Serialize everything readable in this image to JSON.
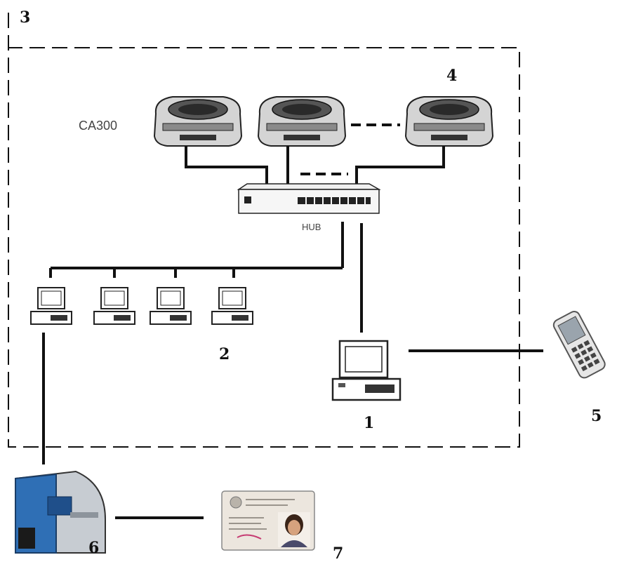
{
  "diagram": {
    "labels": {
      "boundary_number": "3",
      "terminal_group_number": "4",
      "terminal_model": "CA300",
      "hub": "HUB",
      "workstations_number": "2",
      "server_number": "1",
      "handheld_number": "5",
      "card_printer_number": "6",
      "id_card_number": "7"
    },
    "colors": {
      "line": "#111111",
      "printer_blue": "#2f6fb5",
      "card_bg": "#ece6de",
      "label_gray": "#444444"
    }
  }
}
